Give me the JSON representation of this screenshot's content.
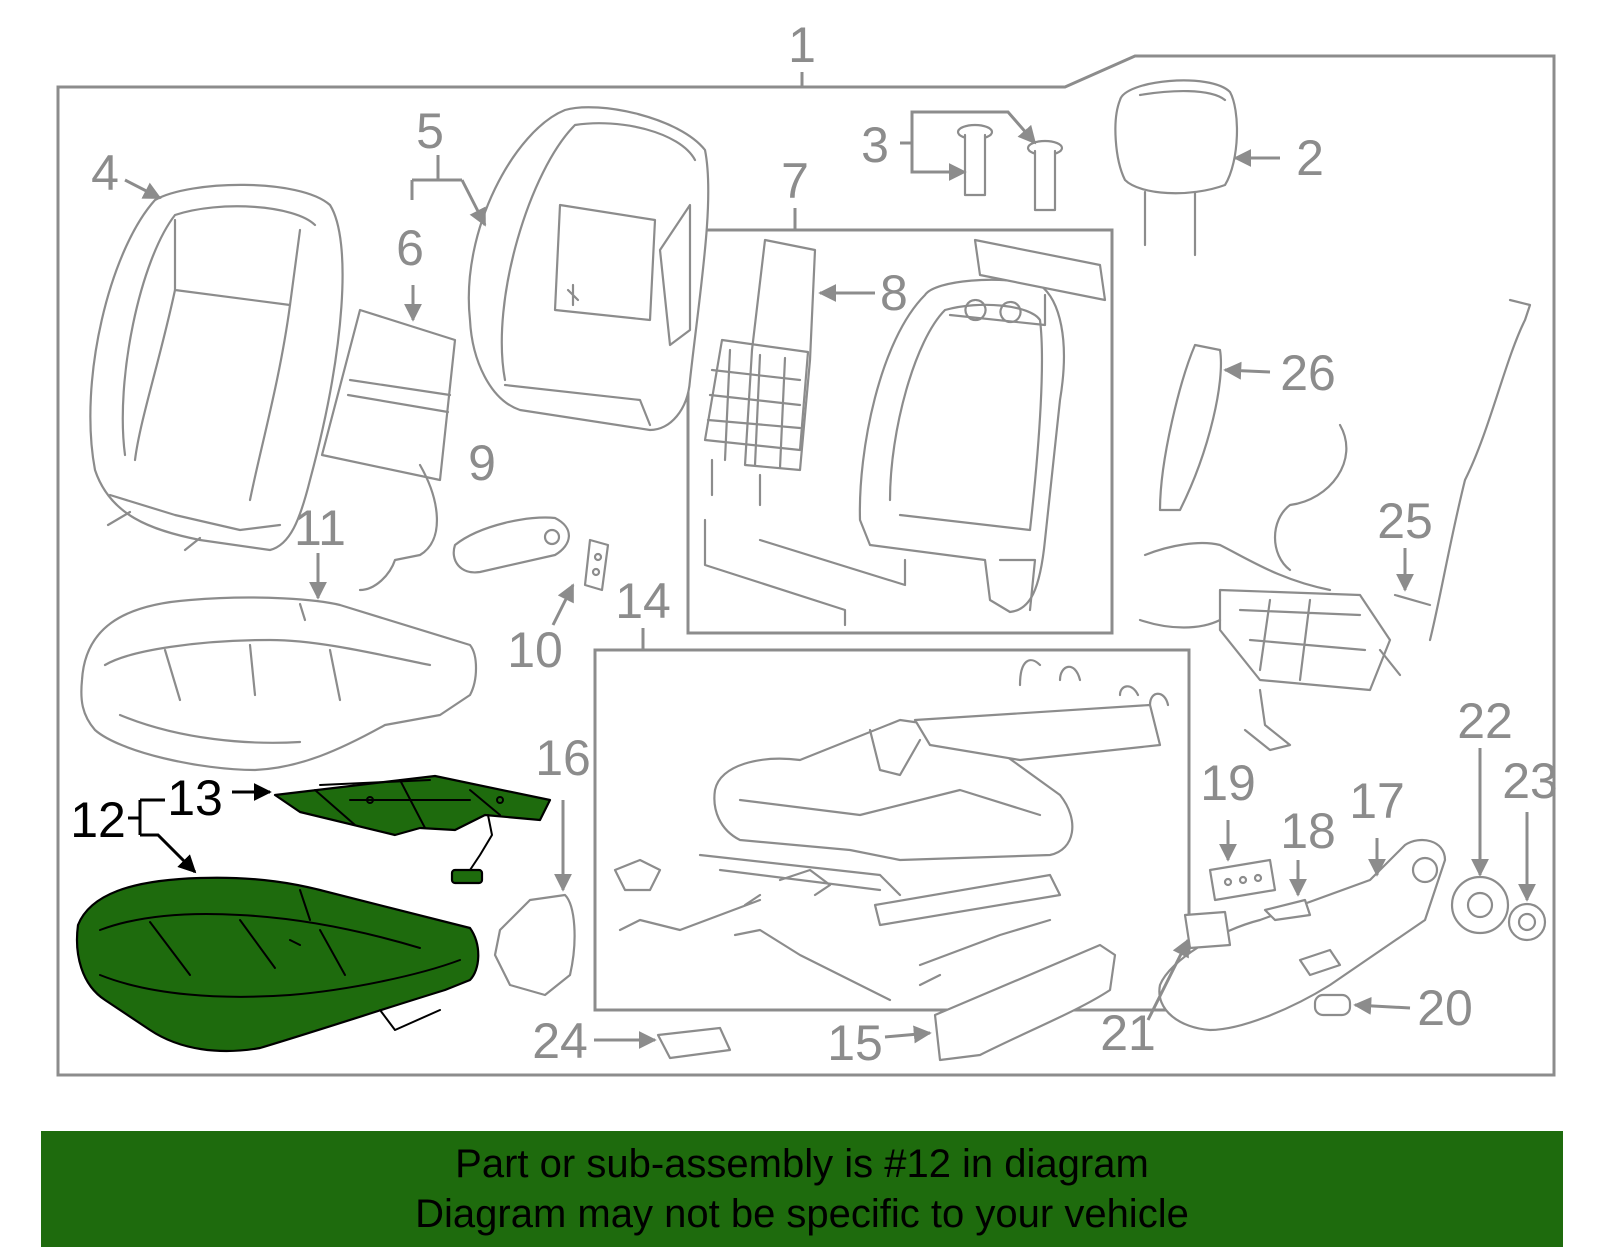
{
  "callouts": {
    "c1": "1",
    "c2": "2",
    "c3": "3",
    "c4": "4",
    "c5": "5",
    "c6": "6",
    "c7": "7",
    "c8": "8",
    "c9": "9",
    "c10": "10",
    "c11": "11",
    "c12": "12",
    "c13": "13",
    "c14": "14",
    "c15": "15",
    "c16": "16",
    "c17": "17",
    "c18": "18",
    "c19": "19",
    "c20": "20",
    "c21": "21",
    "c22": "22",
    "c23": "23",
    "c24": "24",
    "c25": "25",
    "c26": "26"
  },
  "highlighted_parts": [
    "12",
    "13"
  ],
  "colors": {
    "highlight": "#1e6b0d",
    "line": "#8c8c8c",
    "highlight_label": "#000000"
  },
  "banner": {
    "line1": "Part or sub-assembly is #12 in diagram",
    "line2": "Diagram may not be specific to your vehicle"
  }
}
